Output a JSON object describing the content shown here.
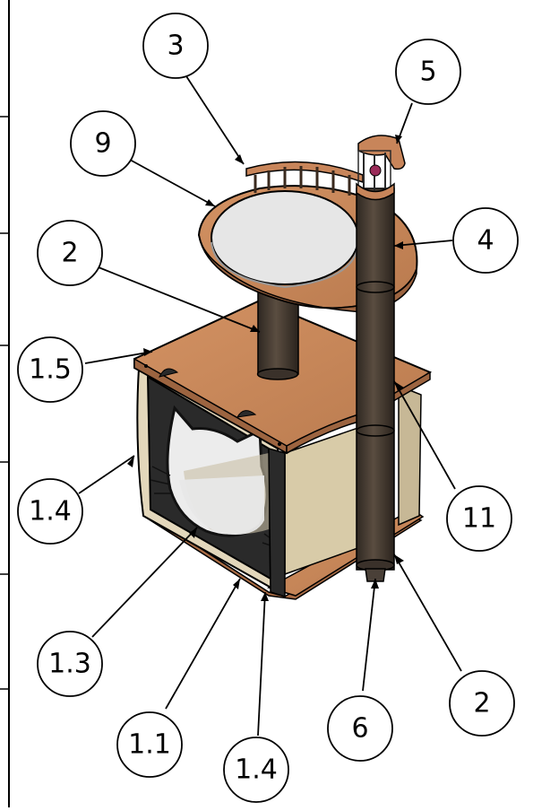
{
  "callouts": [
    {
      "id": "c3",
      "label": "3"
    },
    {
      "id": "c5",
      "label": "5"
    },
    {
      "id": "c9",
      "label": "9"
    },
    {
      "id": "c2a",
      "label": "2"
    },
    {
      "id": "c4",
      "label": "4"
    },
    {
      "id": "c15",
      "label": "1.5"
    },
    {
      "id": "c14a",
      "label": "1.4"
    },
    {
      "id": "c11",
      "label": "11"
    },
    {
      "id": "c13",
      "label": "1.3"
    },
    {
      "id": "c2b",
      "label": "2"
    },
    {
      "id": "c6",
      "label": "6"
    },
    {
      "id": "c11b",
      "label": "1.1"
    },
    {
      "id": "c14b",
      "label": "1.4"
    }
  ],
  "colors": {
    "wood": "#c8855a",
    "wood_dark": "#9c6440",
    "post": "#4a3f35",
    "panel_beige": "#d9ccb0",
    "panel_black": "#2a2a2a",
    "cushion": "#e6e6e6"
  }
}
